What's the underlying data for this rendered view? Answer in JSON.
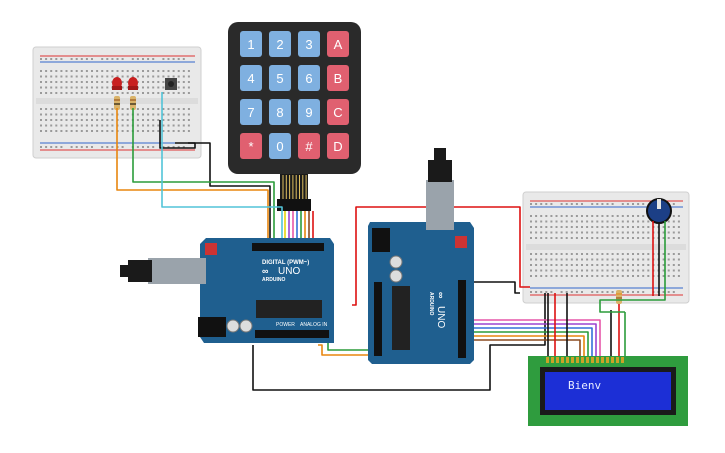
{
  "keypad": {
    "keys": [
      {
        "label": "1",
        "kind": "num"
      },
      {
        "label": "2",
        "kind": "num"
      },
      {
        "label": "3",
        "kind": "num"
      },
      {
        "label": "A",
        "kind": "letter"
      },
      {
        "label": "4",
        "kind": "num"
      },
      {
        "label": "5",
        "kind": "num"
      },
      {
        "label": "6",
        "kind": "num"
      },
      {
        "label": "B",
        "kind": "letter"
      },
      {
        "label": "7",
        "kind": "num"
      },
      {
        "label": "8",
        "kind": "num"
      },
      {
        "label": "9",
        "kind": "num"
      },
      {
        "label": "C",
        "kind": "letter"
      },
      {
        "label": "*",
        "kind": "letter"
      },
      {
        "label": "0",
        "kind": "num"
      },
      {
        "label": "#",
        "kind": "letter"
      },
      {
        "label": "D",
        "kind": "letter"
      }
    ]
  },
  "lcd": {
    "text": "Bienv"
  },
  "uno_left": {
    "model": "UNO",
    "brand": "ARDUINO",
    "digital_label": "DIGITAL (PWM~)",
    "power_label": "POWER",
    "analog_label": "ANALOG IN"
  },
  "uno_right": {
    "model": "UNO",
    "brand": "ARDUINO"
  },
  "colors": {
    "board": "#1f5f8f",
    "board_dark": "#174b72",
    "breadboard": "#ebebeb",
    "rail_red": "#d33",
    "rail_blue": "#36c",
    "lcd_bezel": "#2f9c3e",
    "lcd_screen": "#1c2fd6",
    "lcd_text": "#e8ecff",
    "key_num": "#7fb0e0",
    "key_letter": "#e06070",
    "keypad_body": "#2a2a2a",
    "wire_black": "#111111",
    "wire_red": "#d11",
    "wire_orange": "#e8860f",
    "wire_green": "#2b9c3a",
    "wire_cyan": "#52c4d8",
    "wire_blue": "#3570d8",
    "wire_purple": "#9b45d0",
    "wire_yellow": "#e6d40e",
    "wire_brown": "#8b4b20",
    "wire_pink": "#e657a8"
  }
}
